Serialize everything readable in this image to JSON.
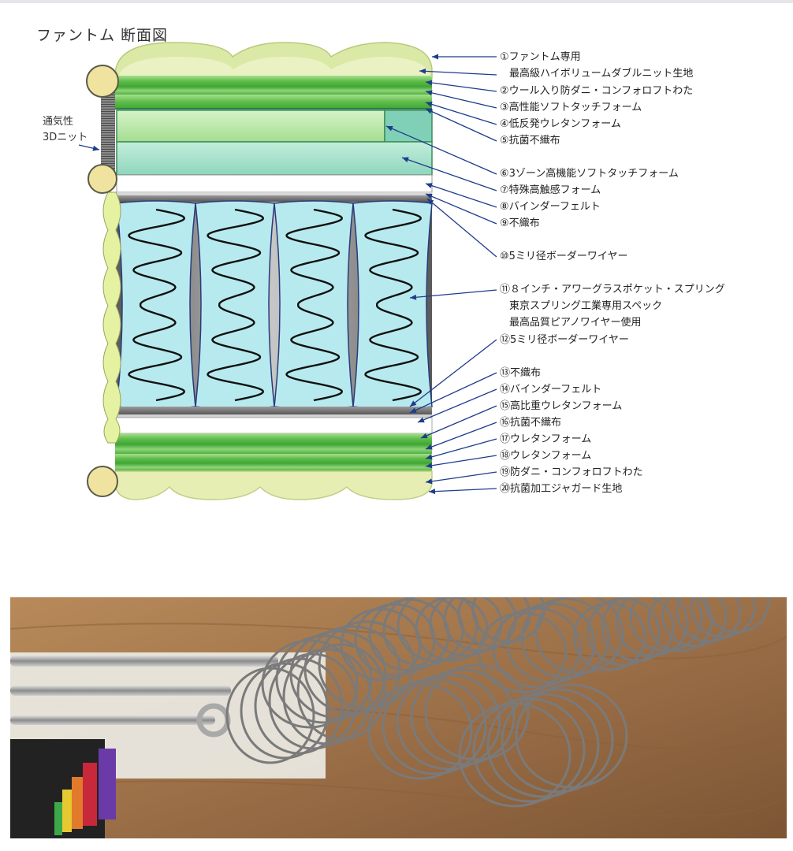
{
  "title": "ファントム 断面図",
  "side_label": [
    "通気性",
    "3Dニット"
  ],
  "layers": [
    {
      "label": "①ファントム専用",
      "sub": [
        "最高級ハイボリュームダブルニット生地"
      ]
    },
    {
      "label": "②ウール入り防ダニ・コンフォロフトわた"
    },
    {
      "label": "③高性能ソフトタッチフォーム"
    },
    {
      "label": "④低反発ウレタンフォーム"
    },
    {
      "label": "⑤抗菌不織布"
    },
    {
      "label": "⑥3ゾーン高機能ソフトタッチフォーム"
    },
    {
      "label": "⑦特殊高触感フォーム"
    },
    {
      "label": "⑧バインダーフェルト"
    },
    {
      "label": "⑨不織布"
    },
    {
      "label": "⑩5ミリ径ボーダーワイヤー"
    },
    {
      "label": "⑪８インチ・アワーグラスポケット・スプリング",
      "sub": [
        "東京スプリング工業専用スペック",
        "最高品質ピアノワイヤー使用"
      ]
    },
    {
      "label": "⑫5ミリ径ボーダーワイヤー"
    },
    {
      "label": "⑬不織布"
    },
    {
      "label": "⑭バインダーフェルト"
    },
    {
      "label": "⑮高比重ウレタンフォーム"
    },
    {
      "label": "⑯抗菌不織布"
    },
    {
      "label": "⑰ウレタンフォーム"
    },
    {
      "label": "⑱ウレタンフォーム"
    },
    {
      "label": "⑲防ダニ・コンフォロフトわた"
    },
    {
      "label": "⑳抗菌加工ジャガード生地"
    }
  ],
  "colors": {
    "top_quilt": "#dbe9a6",
    "bottom_quilt": "#e6eeb4",
    "green_dark": "#47ae3c",
    "green_mid": "#7cc86a",
    "green_light": "#b0e19b",
    "teal_foam": "#a2e0c7",
    "teal_zone": "#7fd0b7",
    "spring_pocket": "#b7eaee",
    "border_wire": "#696969",
    "piping": "#f0e3a0",
    "side_knit": "#e4f2a2",
    "arrow": "#1f3c8c",
    "wood": "#a67d52"
  },
  "photo": {
    "subject": "pocket-springs-and-tools"
  }
}
